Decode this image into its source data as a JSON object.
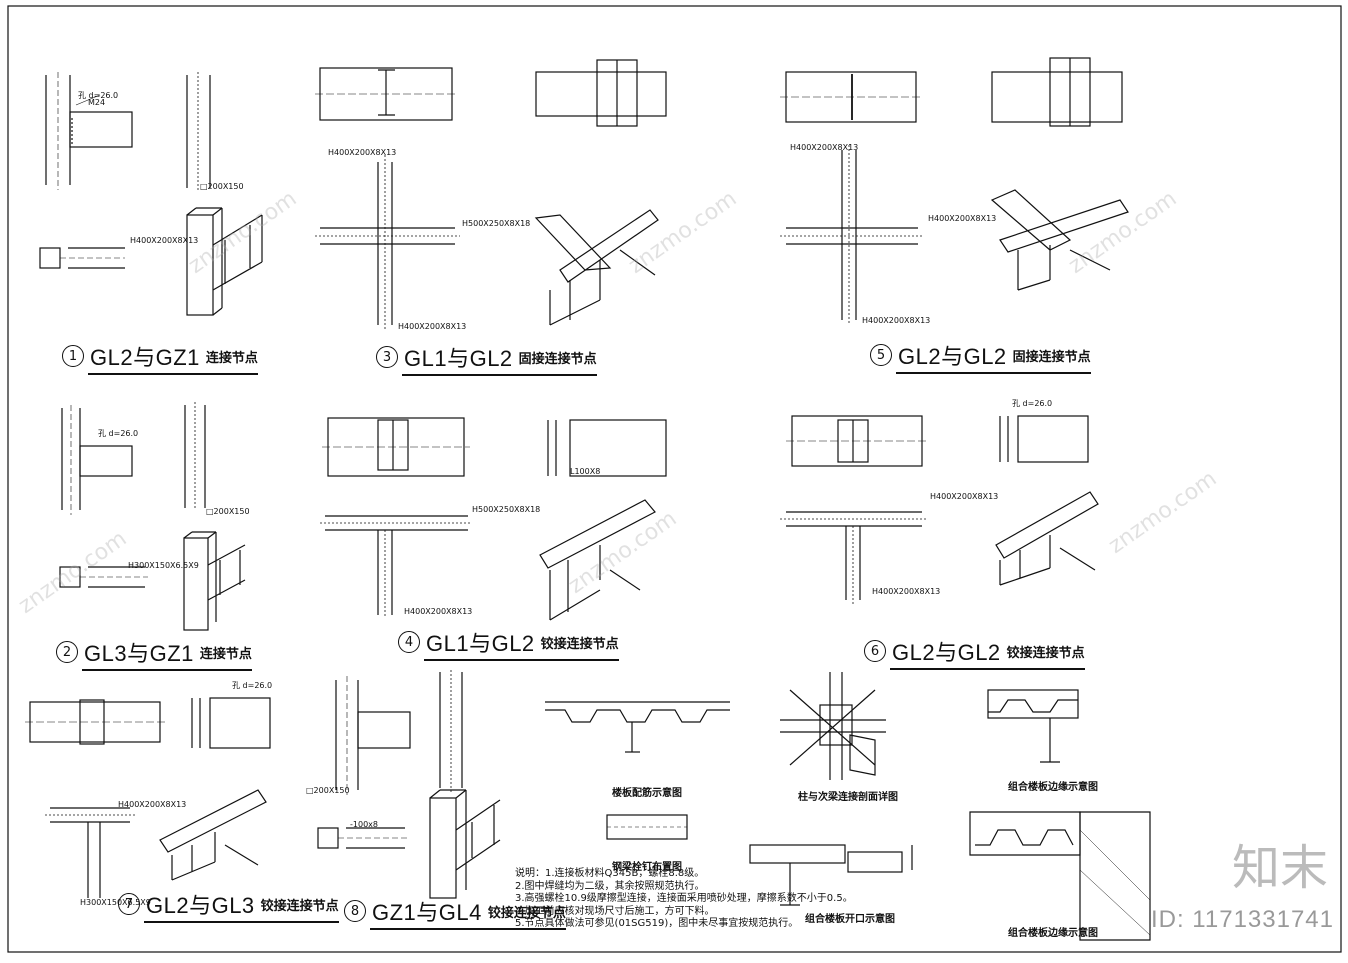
{
  "details": [
    {
      "num": "1",
      "code": "GL2与GZ1",
      "desc": "连接节点"
    },
    {
      "num": "3",
      "code": "GL1与GL2",
      "desc": "固接连接节点"
    },
    {
      "num": "5",
      "code": "GL2与GL2",
      "desc": "固接连接节点"
    },
    {
      "num": "2",
      "code": "GL3与GZ1",
      "desc": "连接节点"
    },
    {
      "num": "4",
      "code": "GL1与GL2",
      "desc": "铰接连接节点"
    },
    {
      "num": "6",
      "code": "GL2与GL2",
      "desc": "铰接连接节点"
    },
    {
      "num": "7",
      "code": "GL2与GL3",
      "desc": "铰接连接节点"
    },
    {
      "num": "8",
      "code": "GZ1与GL4",
      "desc": "铰接连接节点"
    }
  ],
  "dims": {
    "bolt": "M24",
    "hole": "孔 d=26.0",
    "col1": "H400X200X8X13",
    "beam1": "H500X250X8X18",
    "box": "□200X150",
    "beam3": "H300X150X6.5X9",
    "plate": "-100x8",
    "angle": "L100X8"
  },
  "sub_titles": {
    "deck": "楼板配筋示意图",
    "stud": "钢梁栓钉布置图",
    "column": "柱与次梁连接剖面详图",
    "edge1": "组合楼板边缘示意图",
    "edge2": "组合楼板边缘示意图",
    "opening": "组合楼板开口示意图"
  },
  "notes": [
    "说明：1.连接板材料Q345B，螺栓8.8级。",
    "2.图中焊缝均为二级，其余按照规范执行。",
    "3.高强螺栓10.9级摩擦型连接，连接面采用喷砂处理，摩擦系数不小于0.5。",
    "4.加工前应核对现场尺寸后施工，方可下料。",
    "5.节点具体做法可参见(01SG519)，图中未尽事宜按规范执行。"
  ],
  "watermark": "znzmo.com",
  "brand": "知末",
  "id_text": "ID: 1171331741",
  "colors": {
    "line": "#111111",
    "watermark": "#bbbbbb"
  }
}
